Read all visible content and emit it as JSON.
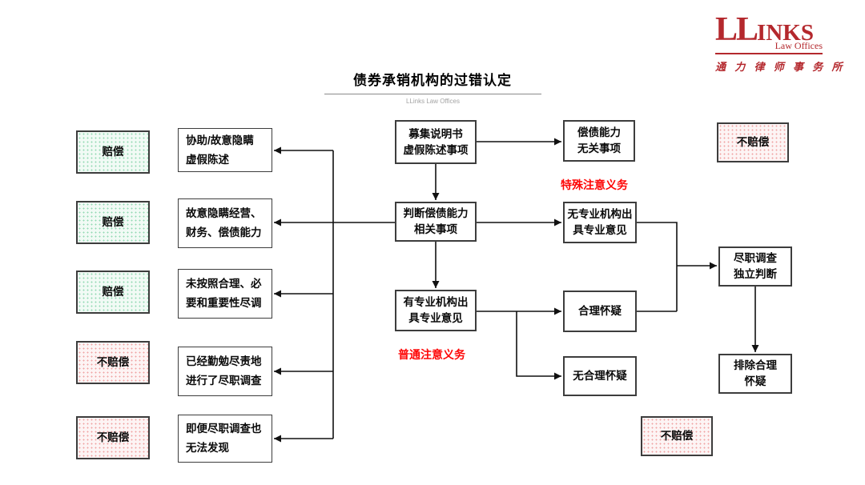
{
  "header": {
    "title": "债券承销机构的过错认定",
    "subtitle": "LLinks Law Offices"
  },
  "logo": {
    "wordmark_ll": "LL",
    "wordmark_inks": "INKS",
    "tagline": "Law Offices",
    "chinese": "通 力 律 师 事 务 所"
  },
  "annotations": {
    "special_duty": "特殊注意义务",
    "ordinary_duty": "普通注意义务"
  },
  "colors": {
    "logo_red": "#b4282d",
    "annotation_red": "#fe0505",
    "green_fill": "#f1faf5",
    "green_dot": "#93d9b4",
    "pink_fill": "#fdf4f4",
    "pink_dot": "#f0a3a3",
    "line_black": "#111111"
  },
  "nodes": {
    "outcomes_left": [
      {
        "label": "赔偿"
      },
      {
        "label": "赔偿"
      },
      {
        "label": "赔偿"
      },
      {
        "label": "不赔偿"
      },
      {
        "label": "不赔偿"
      }
    ],
    "outcome_top_right": {
      "label": "不赔偿"
    },
    "outcome_bottom_right": {
      "label": "不赔偿"
    },
    "conditions": [
      {
        "label": "协助/故意隐瞒\n虚假陈述"
      },
      {
        "label": "故意隐瞒经营、\n财务、偿债能力"
      },
      {
        "label": "未按照合理、必\n要和重要性尽调"
      },
      {
        "label": "已经勤勉尽责地\n进行了尽职调查"
      },
      {
        "label": "即便尽职调查也\n无法发现"
      }
    ],
    "center": [
      {
        "label": "募集说明书\n虚假陈述事项"
      },
      {
        "label": "判断偿债能力\n相关事项"
      },
      {
        "label": "有专业机构出\n具专业意见"
      }
    ],
    "right": [
      {
        "label": "偿债能力\n无关事项"
      },
      {
        "label": "无专业机构出\n具专业意见"
      },
      {
        "label": "合理怀疑"
      },
      {
        "label": "无合理怀疑"
      }
    ],
    "far_right": [
      {
        "label": "尽职调查\n独立判断"
      },
      {
        "label": "排除合理\n怀疑"
      }
    ]
  }
}
